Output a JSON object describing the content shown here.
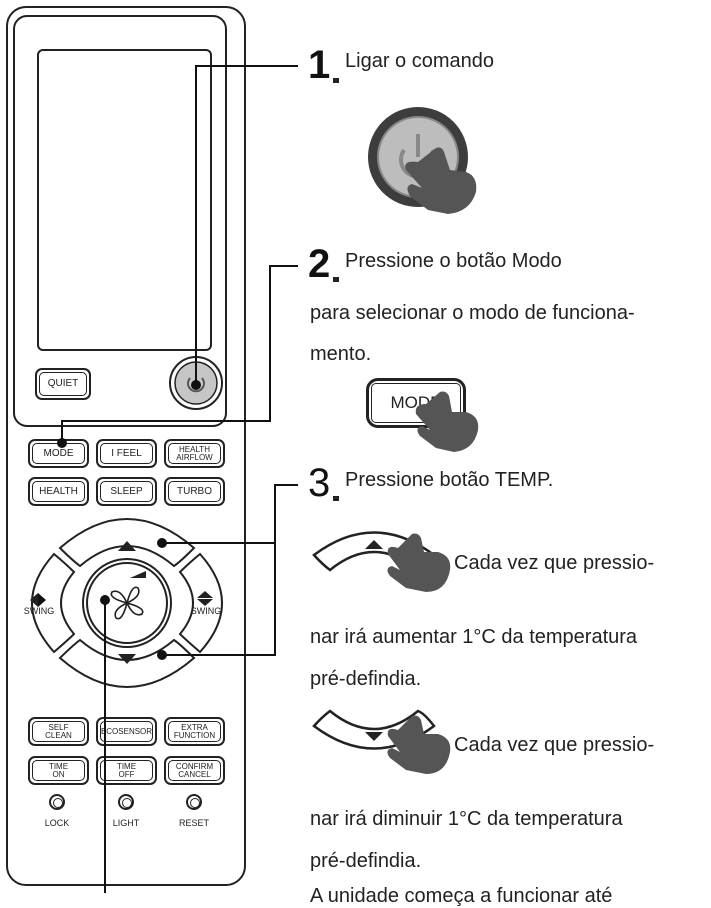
{
  "remote": {
    "quiet_label": "QUIET",
    "row1": [
      "MODE",
      "I FEEL",
      "HEALTH\nAIRFLOW"
    ],
    "row2": [
      "HEALTH",
      "SLEEP",
      "TURBO"
    ],
    "swing_label": "SWING",
    "row3": [
      "SELF\nCLEAN",
      "ECOSENSOR",
      "EXTRA\nFUNCTION"
    ],
    "row4": [
      "TIME\nON",
      "TIME\nOFF",
      "CONFIRM\nCANCEL"
    ],
    "leds": [
      "LOCK",
      "LIGHT",
      "RESET"
    ]
  },
  "steps": [
    {
      "number": "1",
      "title": "Ligar o comando"
    },
    {
      "number": "2",
      "title": "Pressione o botão Modo",
      "line2": "para selecionar o modo de funciona-",
      "line3": "mento.",
      "mode_label": "MODE"
    },
    {
      "number": "3",
      "title": "Pressione botão TEMP.",
      "up_line1": "Cada vez que pressio-",
      "up_line2": "nar irá aumentar 1°C da temperatura",
      "up_line3": "pré-defindia.",
      "down_line1": "Cada vez que pressio-",
      "down_line2": "nar irá diminuir 1°C da temperatura",
      "down_line3": "pré-defindia.",
      "footer": "A unidade começa a funcionar até"
    }
  ]
}
